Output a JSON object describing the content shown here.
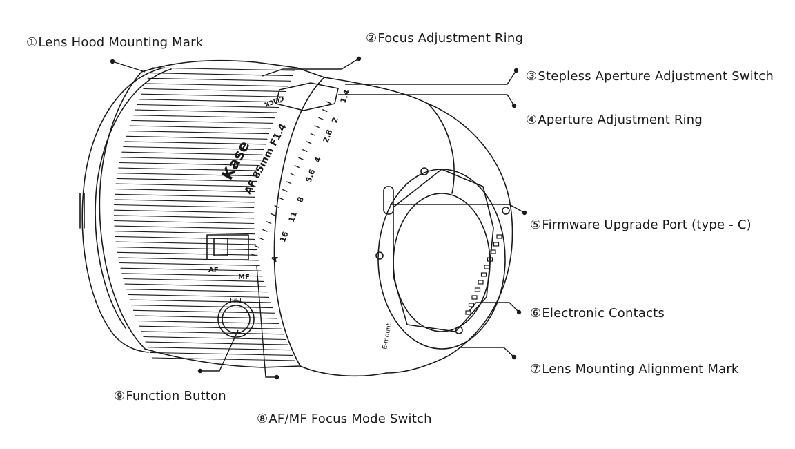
{
  "labels": [
    {
      "num": "①",
      "text": "Lens Hood Mounting Mark"
    },
    {
      "num": "②",
      "text": "Focus Adjustment Ring"
    },
    {
      "num": "③",
      "text": "Stepless Aperture Adjustment Switch"
    },
    {
      "num": "④",
      "text": "Aperture Adjustment Ring"
    },
    {
      "num": "⑤",
      "text": "Firmware Upgrade Port (type - C)"
    },
    {
      "num": "⑥",
      "text": "Electronic Contacts"
    },
    {
      "num": "⑦",
      "text": "Lens Mounting Alignment Mark"
    },
    {
      "num": "⑧",
      "text": "AF/MF Focus Mode Switch"
    },
    {
      "num": "⑨",
      "text": "Function Button"
    }
  ],
  "lens_markings": {
    "brand": "Kase",
    "model": "AF 85mm F1.4",
    "click_label": "CLICK",
    "aperture_scale": [
      "1.4",
      "2",
      "2.8",
      "4",
      "5.6",
      "8",
      "11",
      "16",
      "A"
    ],
    "af_label": "AF",
    "mf_label": "MF",
    "fn_label": "Fn1",
    "mount_label": "E-mount"
  },
  "colors": {
    "line": "#1a1a1a",
    "background": "#ffffff"
  }
}
